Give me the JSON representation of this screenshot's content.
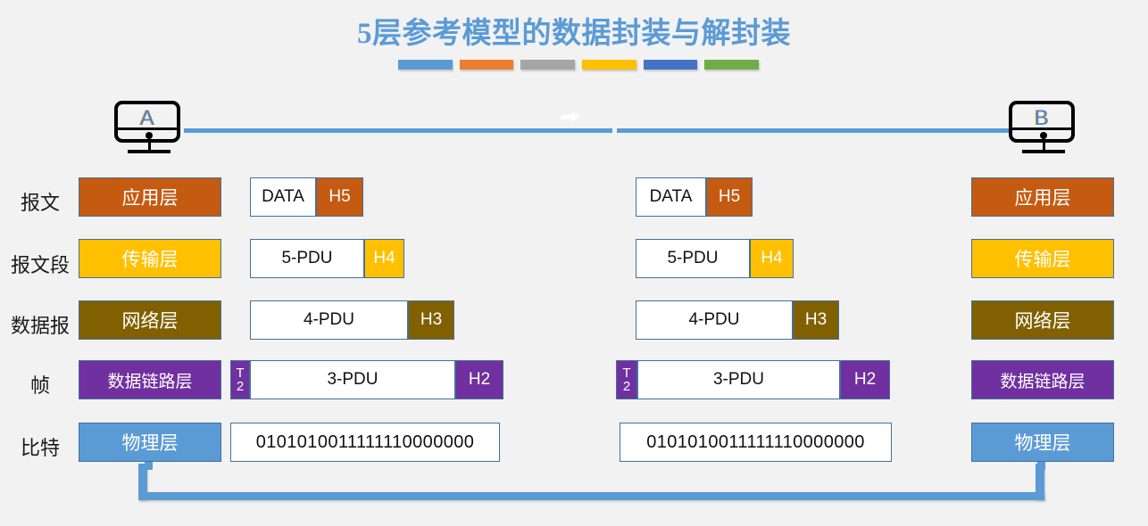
{
  "title": "5层参考模型的数据封装与解封装",
  "title_rule_colors": [
    "#5b9bd5",
    "#ed7d31",
    "#a5a5a5",
    "#ffc000",
    "#4472c4",
    "#70ad47"
  ],
  "hosts": {
    "left": {
      "label": "A",
      "name": "host-a"
    },
    "right": {
      "label": "B",
      "name": "host-b"
    }
  },
  "link": {
    "color": "#5b9bd5",
    "arrow": "transmission-arrow"
  },
  "row_labels": [
    "报文",
    "报文段",
    "数据报",
    "帧",
    "比特"
  ],
  "layers": [
    {
      "name": "应用层",
      "color": "#c55a11"
    },
    {
      "name": "传输层",
      "color": "#ffc000"
    },
    {
      "name": "网络层",
      "color": "#806000"
    },
    {
      "name": "数据链路层",
      "color": "#7030a0"
    },
    {
      "name": "物理层",
      "color": "#5b9bd5"
    }
  ],
  "pdus": [
    {
      "body": "DATA",
      "header": "H5",
      "header_color": "#c55a11",
      "tail": null
    },
    {
      "body": "5-PDU",
      "header": "H4",
      "header_color": "#ffc000",
      "tail": null
    },
    {
      "body": "4-PDU",
      "header": "H3",
      "header_color": "#806000",
      "tail": null
    },
    {
      "body": "3-PDU",
      "header": "H2",
      "header_color": "#7030a0",
      "tail": "T2",
      "tail_color": "#7030a0"
    },
    {
      "body": "0101010011111110000000",
      "header": null,
      "tail": null
    }
  ],
  "bottom_connector": {
    "color": "#5b9bd5",
    "name": "physical-medium-path"
  }
}
